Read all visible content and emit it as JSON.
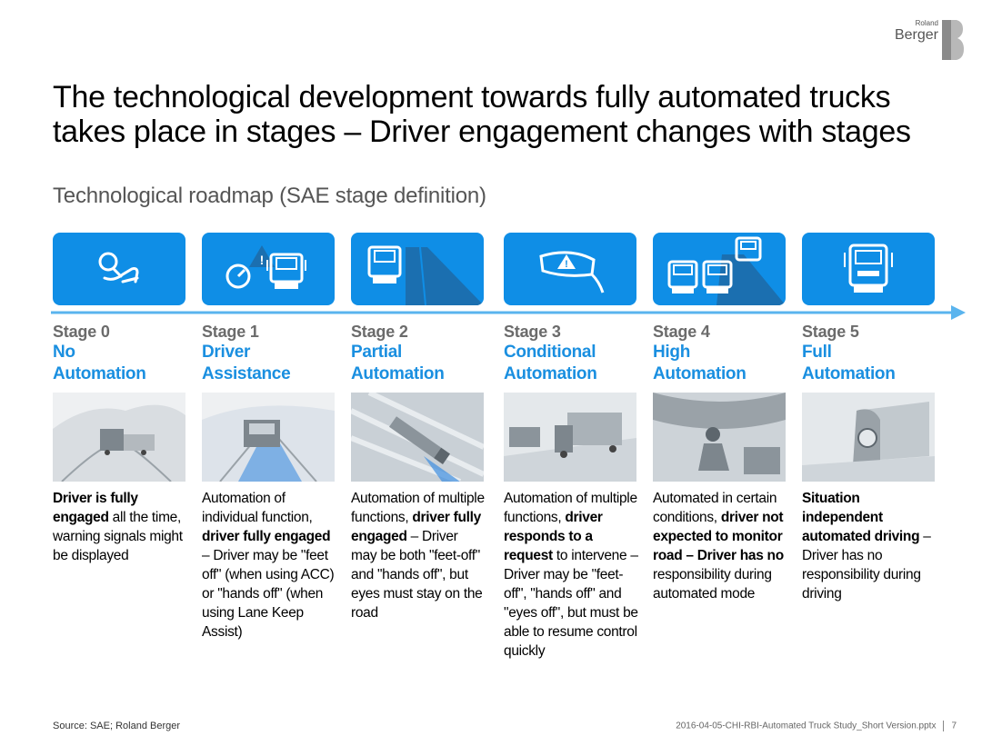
{
  "logo": {
    "small": "Roland",
    "big": "Berger"
  },
  "title": "The technological development towards fully automated trucks takes place in stages – Driver engagement changes with stages",
  "subtitle": "Technological roadmap (SAE stage definition)",
  "colors": {
    "accent": "#0f8ee6",
    "stage_name": "#1a8fe0",
    "stage_num": "#6b6b6b"
  },
  "stages": [
    {
      "num": "Stage 0",
      "name_line1": "No",
      "name_line2": "Automation",
      "icon": "hands-on-steering-icon",
      "desc": [
        [
          "b",
          "Driver is fully engaged"
        ],
        [
          "t",
          " all the time, warning signals might be displayed"
        ]
      ]
    },
    {
      "num": "Stage 1",
      "name_line1": "Driver",
      "name_line2": "Assistance",
      "icon": "speedometer-truck-warning-icon",
      "desc": [
        [
          "t",
          "Automation of individual function, "
        ],
        [
          "b",
          "driver fully engaged"
        ],
        [
          "t",
          " – Driver may be \"feet off\" (when using ACC) or \"hands off\" (when using Lane Keep Assist)"
        ]
      ]
    },
    {
      "num": "Stage 2",
      "name_line1": "Partial",
      "name_line2": "Automation",
      "icon": "truck-lane-icon",
      "desc": [
        [
          "t",
          "Automation of multiple functions, "
        ],
        [
          "b",
          "driver fully engaged"
        ],
        [
          "t",
          " – Driver may be both \"feet-off\" and \"hands off\", but eyes must stay on the road"
        ]
      ]
    },
    {
      "num": "Stage 3",
      "name_line1": "Conditional",
      "name_line2": "Automation",
      "icon": "mirror-warning-icon",
      "desc": [
        [
          "t",
          "Automation of multiple functions, "
        ],
        [
          "b",
          "driver responds to a request"
        ],
        [
          "t",
          " to intervene – Driver may be \"feet-off\", \"hands off\" and \"eyes off\", but must be able to resume control quickly"
        ]
      ]
    },
    {
      "num": "Stage 4",
      "name_line1": "High",
      "name_line2": "Automation",
      "icon": "truck-platoon-icon",
      "desc": [
        [
          "t",
          "Automated in certain conditions, "
        ],
        [
          "b",
          "driver not expected to monitor road – Driver has no"
        ],
        [
          "t",
          " responsibility during automated mode"
        ]
      ]
    },
    {
      "num": "Stage 5",
      "name_line1": "Full",
      "name_line2": "Automation",
      "icon": "autonomous-truck-icon",
      "desc": [
        [
          "b",
          "Situation independent automated driving"
        ],
        [
          "t",
          " – Driver has no responsibility during driving"
        ]
      ]
    }
  ],
  "footer": {
    "source": "Source: SAE; Roland Berger",
    "file": "2016-04-05-CHI-RBI-Automated Truck Study_Short Version.pptx",
    "page": "7"
  }
}
